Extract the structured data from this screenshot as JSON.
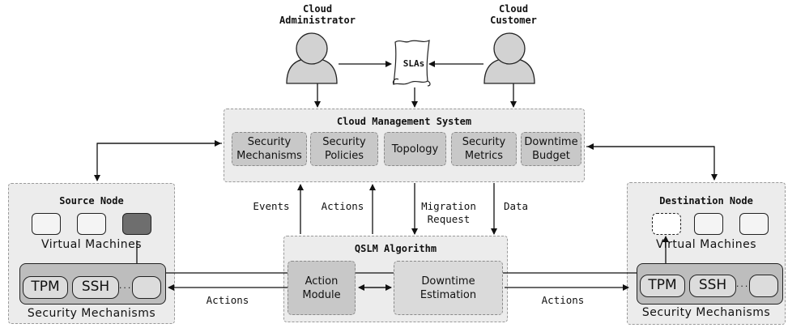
{
  "actors": {
    "administrator": "Cloud\nAdministrator",
    "customer": "Cloud\nCustomer",
    "slas": "SLAs"
  },
  "cms": {
    "title": "Cloud Management System",
    "modules": [
      "Security\nMechanisms",
      "Security\nPolicies",
      "Topology",
      "Security\nMetrics",
      "Downtime\nBudget"
    ]
  },
  "flows": {
    "events": "Events",
    "actions_up": "Actions",
    "migration_request": "Migration\nRequest",
    "data": "Data",
    "actions_left": "Actions",
    "actions_right": "Actions"
  },
  "qslm": {
    "title": "QSLM Algorithm",
    "action_module": "Action\nModule",
    "downtime_estimation": "Downtime\nEstimation"
  },
  "source": {
    "title": "Source Node",
    "vm_label": "Virtual Machines",
    "tpm": "TPM",
    "ssh": "SSH",
    "ellipsis": "...",
    "sec_label": "Security Mechanisms"
  },
  "destination": {
    "title": "Destination Node",
    "vm_label": "Virtual Machines",
    "tpm": "TPM",
    "ssh": "SSH",
    "ellipsis": "...",
    "sec_label": "Security Mechanisms"
  }
}
